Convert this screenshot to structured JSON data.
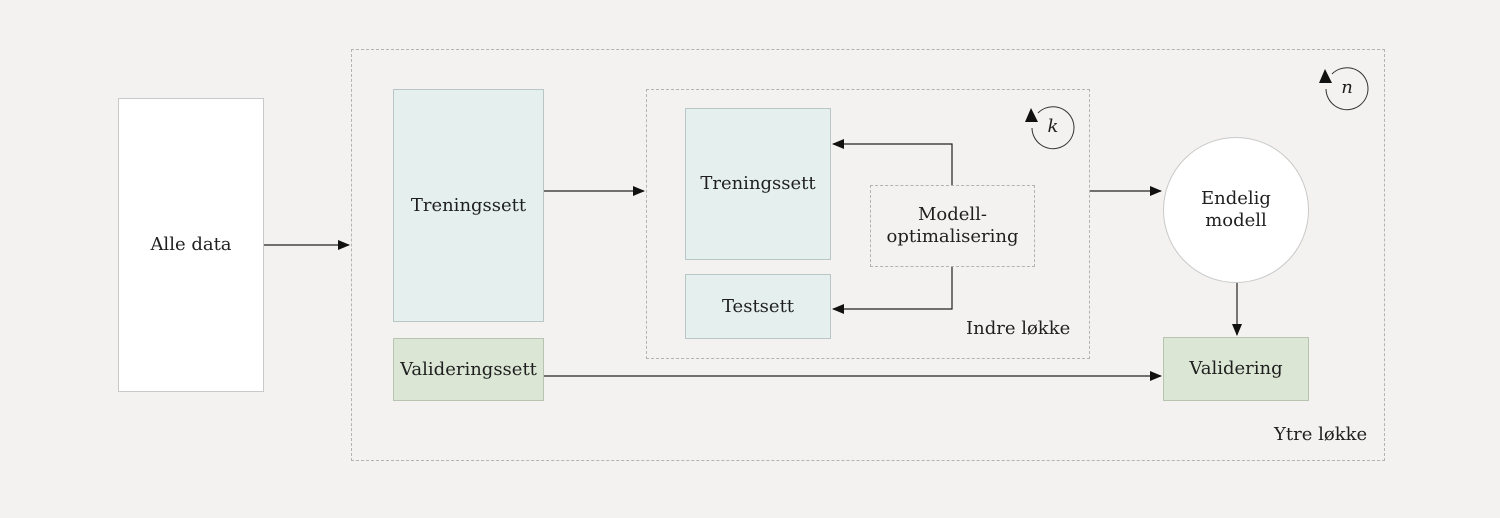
{
  "diagram": {
    "alle_data": "Alle data",
    "treningssett_outer": "Treningssett",
    "valideringssett": "Valideringssett",
    "treningssett_inner": "Treningssett",
    "testsett": "Testsett",
    "modell_line1": "Modell-",
    "modell_line2": "optimalisering",
    "endelig_line1": "Endelig",
    "endelig_line2": "modell",
    "validering": "Validering",
    "indre_lokke": "Indre løkke",
    "ytre_lokke": "Ytre løkke",
    "inner_loop_symbol": "k",
    "outer_loop_symbol": "n"
  }
}
